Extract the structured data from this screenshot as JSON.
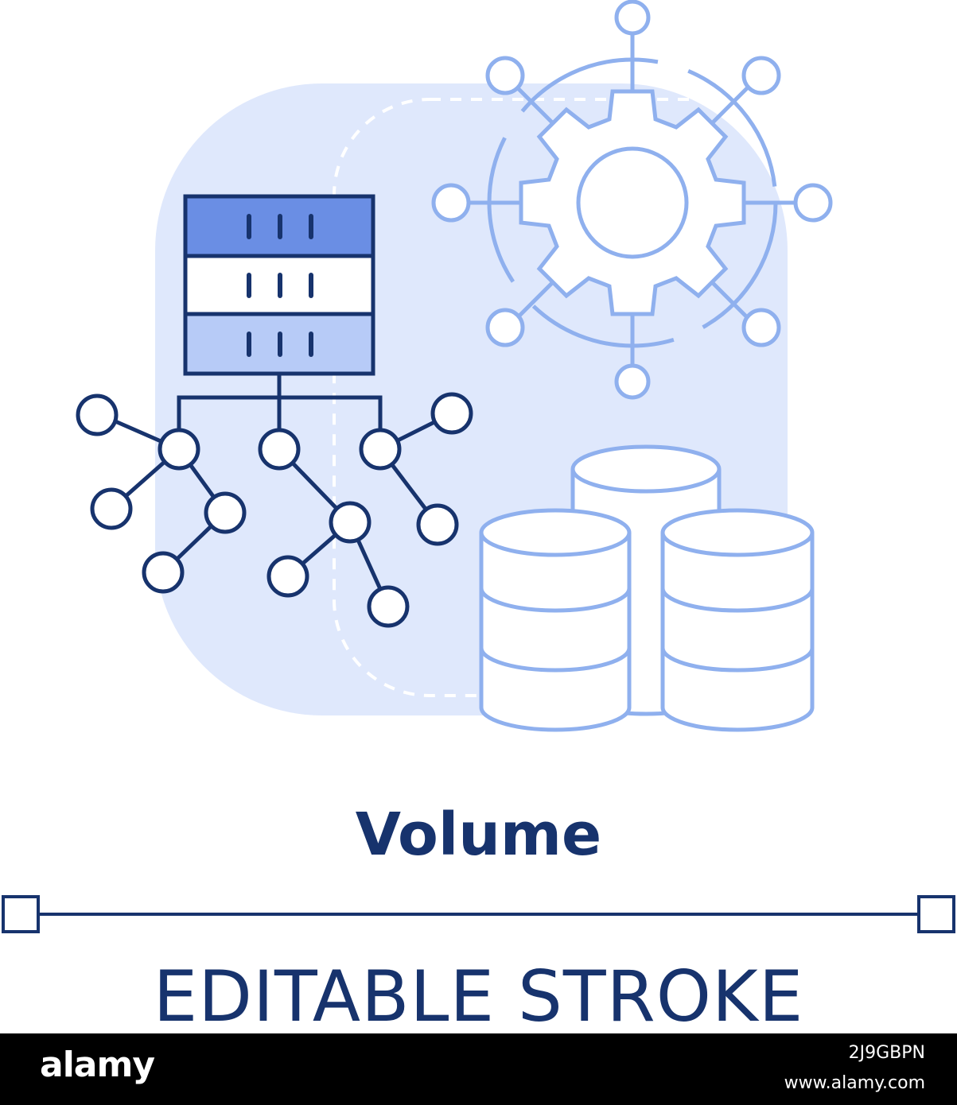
{
  "title": "Volume",
  "subtitle": "EDITABLE STROKE",
  "footer": {
    "logo": "alamy",
    "image_id": "2J9GBPN",
    "url": "www.alamy.com"
  },
  "colors": {
    "dark_blue": "#17336d",
    "mid_blue": "#6a8ee4",
    "light_stroke": "#8fb0ee",
    "bg_panel": "#dfe8fc",
    "server_top": "#6a8ee4",
    "server_bottom": "#b7cbf7"
  },
  "icons": [
    "server-rack-icon",
    "network-nodes-icon",
    "gear-network-icon",
    "database-stack-icon"
  ]
}
